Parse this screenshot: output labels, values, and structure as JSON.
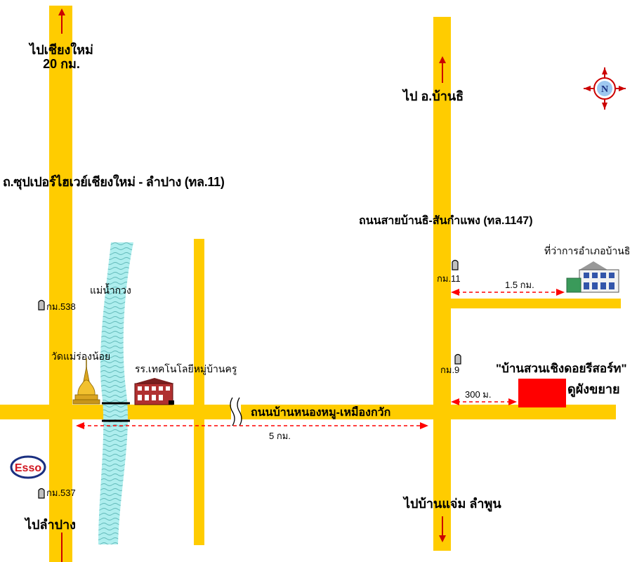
{
  "roads": {
    "superhighway": "ถ.ซุปเปอร์ไฮเวย์เชียงใหม่ - ลำปาง (ทล.11)",
    "ban_thi_road": "ถนนสายบ้านธิ-สันกำแพง (ทล.1147)",
    "nong_mu_road": "ถนนบ้านหนองหมู-เหมืองกวัก"
  },
  "directions": {
    "to_chiangmai": "ไปเชียงใหม่",
    "to_chiangmai_distance": "20 กม.",
    "to_lampang": "ไปลำปาง",
    "to_ban_thi": "ไป อ.บ้านธิ",
    "to_ban_chaem_lamphun": "ไปบ้านแจ่ม ลำพูน"
  },
  "km_markers": {
    "km538": "กม.538",
    "km537": "กม.537",
    "km11": "กม.11",
    "km9": "กม.9"
  },
  "landmarks": {
    "river": "แม่น้ำกวง",
    "temple": "วัดแม่ร่องน้อย",
    "school": "รร.เทคโนโลยีหมู่บ้านครู",
    "district_office": "ที่ว่าการอำเภอบ้านธิ",
    "esso": "Esso",
    "resort": "\"บ้านสวนเชิงดอยรีสอร์ท\"",
    "extension": "ดูผังขยาย"
  },
  "distances": {
    "five_km": "5 กม.",
    "one_five_km": "1.5 กม.",
    "three_hundred_m": "300 ม."
  },
  "compass": {
    "north": "N"
  },
  "colors": {
    "road": "#FFCC00",
    "river": "#AEEEEE",
    "resort": "#FF0000",
    "dimension_line": "#FF0000",
    "arrow": "#CC0000"
  }
}
